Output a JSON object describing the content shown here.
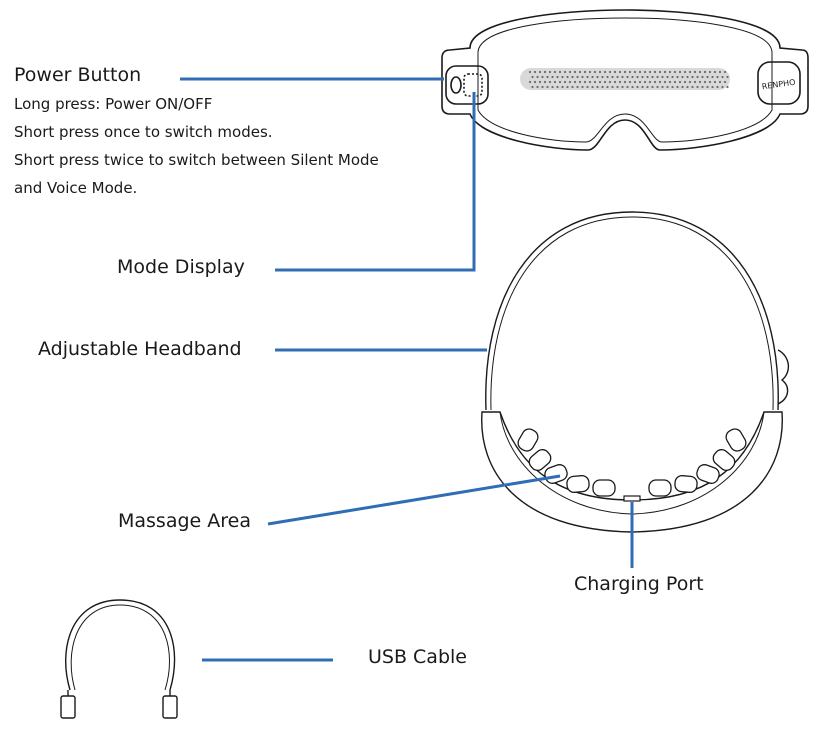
{
  "labels": {
    "power_button": {
      "title": "Power Button",
      "lines": [
        "Long press: Power ON/OFF",
        "Short press once to switch modes.",
        "Short press twice to switch between Silent Mode",
        "and Voice Mode."
      ]
    },
    "mode_display": "Mode Display",
    "headband": "Adjustable Headband",
    "massage_area": "Massage Area",
    "charging_port": "Charging Port",
    "usb_cable": "USB Cable"
  },
  "brand_text": "RENPHO",
  "colors": {
    "leader_line": "#2f6db5",
    "outline": "#1a1a1a",
    "text": "#1a1a1a"
  }
}
